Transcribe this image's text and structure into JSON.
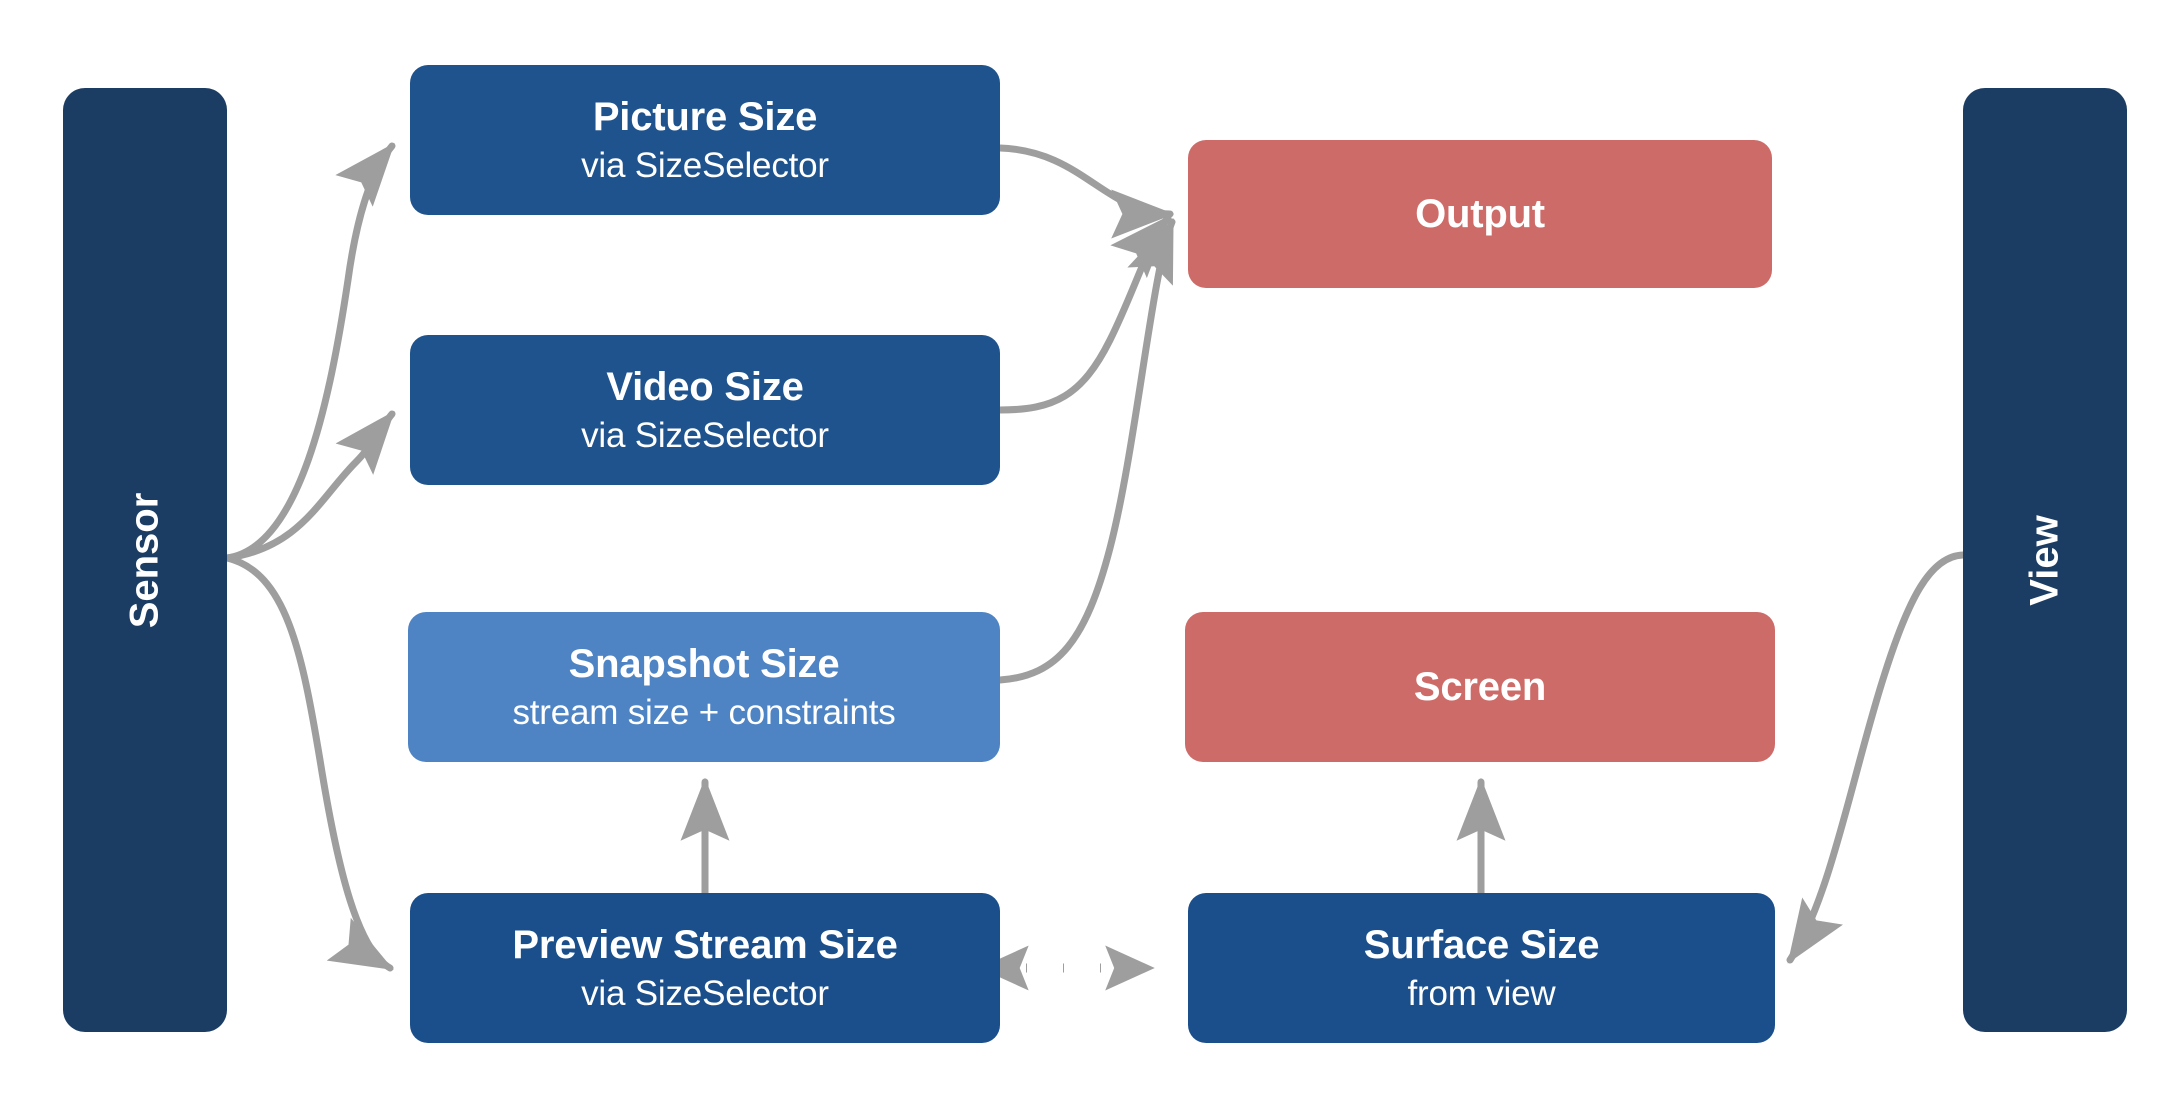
{
  "diagram": {
    "type": "flow-diagram",
    "background": "#ffffff",
    "edge_color": "#9e9e9e",
    "lanes": [
      {
        "id": "sensor",
        "label": "Sensor",
        "color": "#1C3D63",
        "side": "left"
      },
      {
        "id": "view",
        "label": "View",
        "color": "#1C3D63",
        "side": "right"
      }
    ],
    "nodes": [
      {
        "id": "picture",
        "title": "Picture Size",
        "subtitle": "via SizeSelector",
        "color": "#1F538D"
      },
      {
        "id": "video",
        "title": "Video Size",
        "subtitle": "via SizeSelector",
        "color": "#1F538D"
      },
      {
        "id": "snapshot",
        "title": "Snapshot Size",
        "subtitle": "stream size + constraints",
        "color": "#4E84C4"
      },
      {
        "id": "preview",
        "title": "Preview Stream Size",
        "subtitle": "via SizeSelector",
        "color": "#1B4F8C"
      },
      {
        "id": "output",
        "title": "Output",
        "subtitle": "",
        "color": "#CD6B68"
      },
      {
        "id": "screen",
        "title": "Screen",
        "subtitle": "",
        "color": "#CD6B68"
      },
      {
        "id": "surface",
        "title": "Surface Size",
        "subtitle": "from view",
        "color": "#1B4F8C"
      }
    ],
    "edges": [
      {
        "from": "sensor",
        "to": "picture",
        "style": "curved",
        "arrow": "single"
      },
      {
        "from": "sensor",
        "to": "video",
        "style": "curved",
        "arrow": "single"
      },
      {
        "from": "sensor",
        "to": "preview",
        "style": "curved",
        "arrow": "single"
      },
      {
        "from": "picture",
        "to": "output",
        "style": "curved",
        "arrow": "single"
      },
      {
        "from": "video",
        "to": "output",
        "style": "curved",
        "arrow": "single"
      },
      {
        "from": "snapshot",
        "to": "output",
        "style": "curved",
        "arrow": "single"
      },
      {
        "from": "preview",
        "to": "snapshot",
        "style": "straight",
        "arrow": "single"
      },
      {
        "from": "surface",
        "to": "screen",
        "style": "straight",
        "arrow": "single"
      },
      {
        "from": "view",
        "to": "surface",
        "style": "curved",
        "arrow": "single"
      },
      {
        "from": "preview",
        "to": "surface",
        "style": "dotted",
        "arrow": "double"
      }
    ]
  }
}
